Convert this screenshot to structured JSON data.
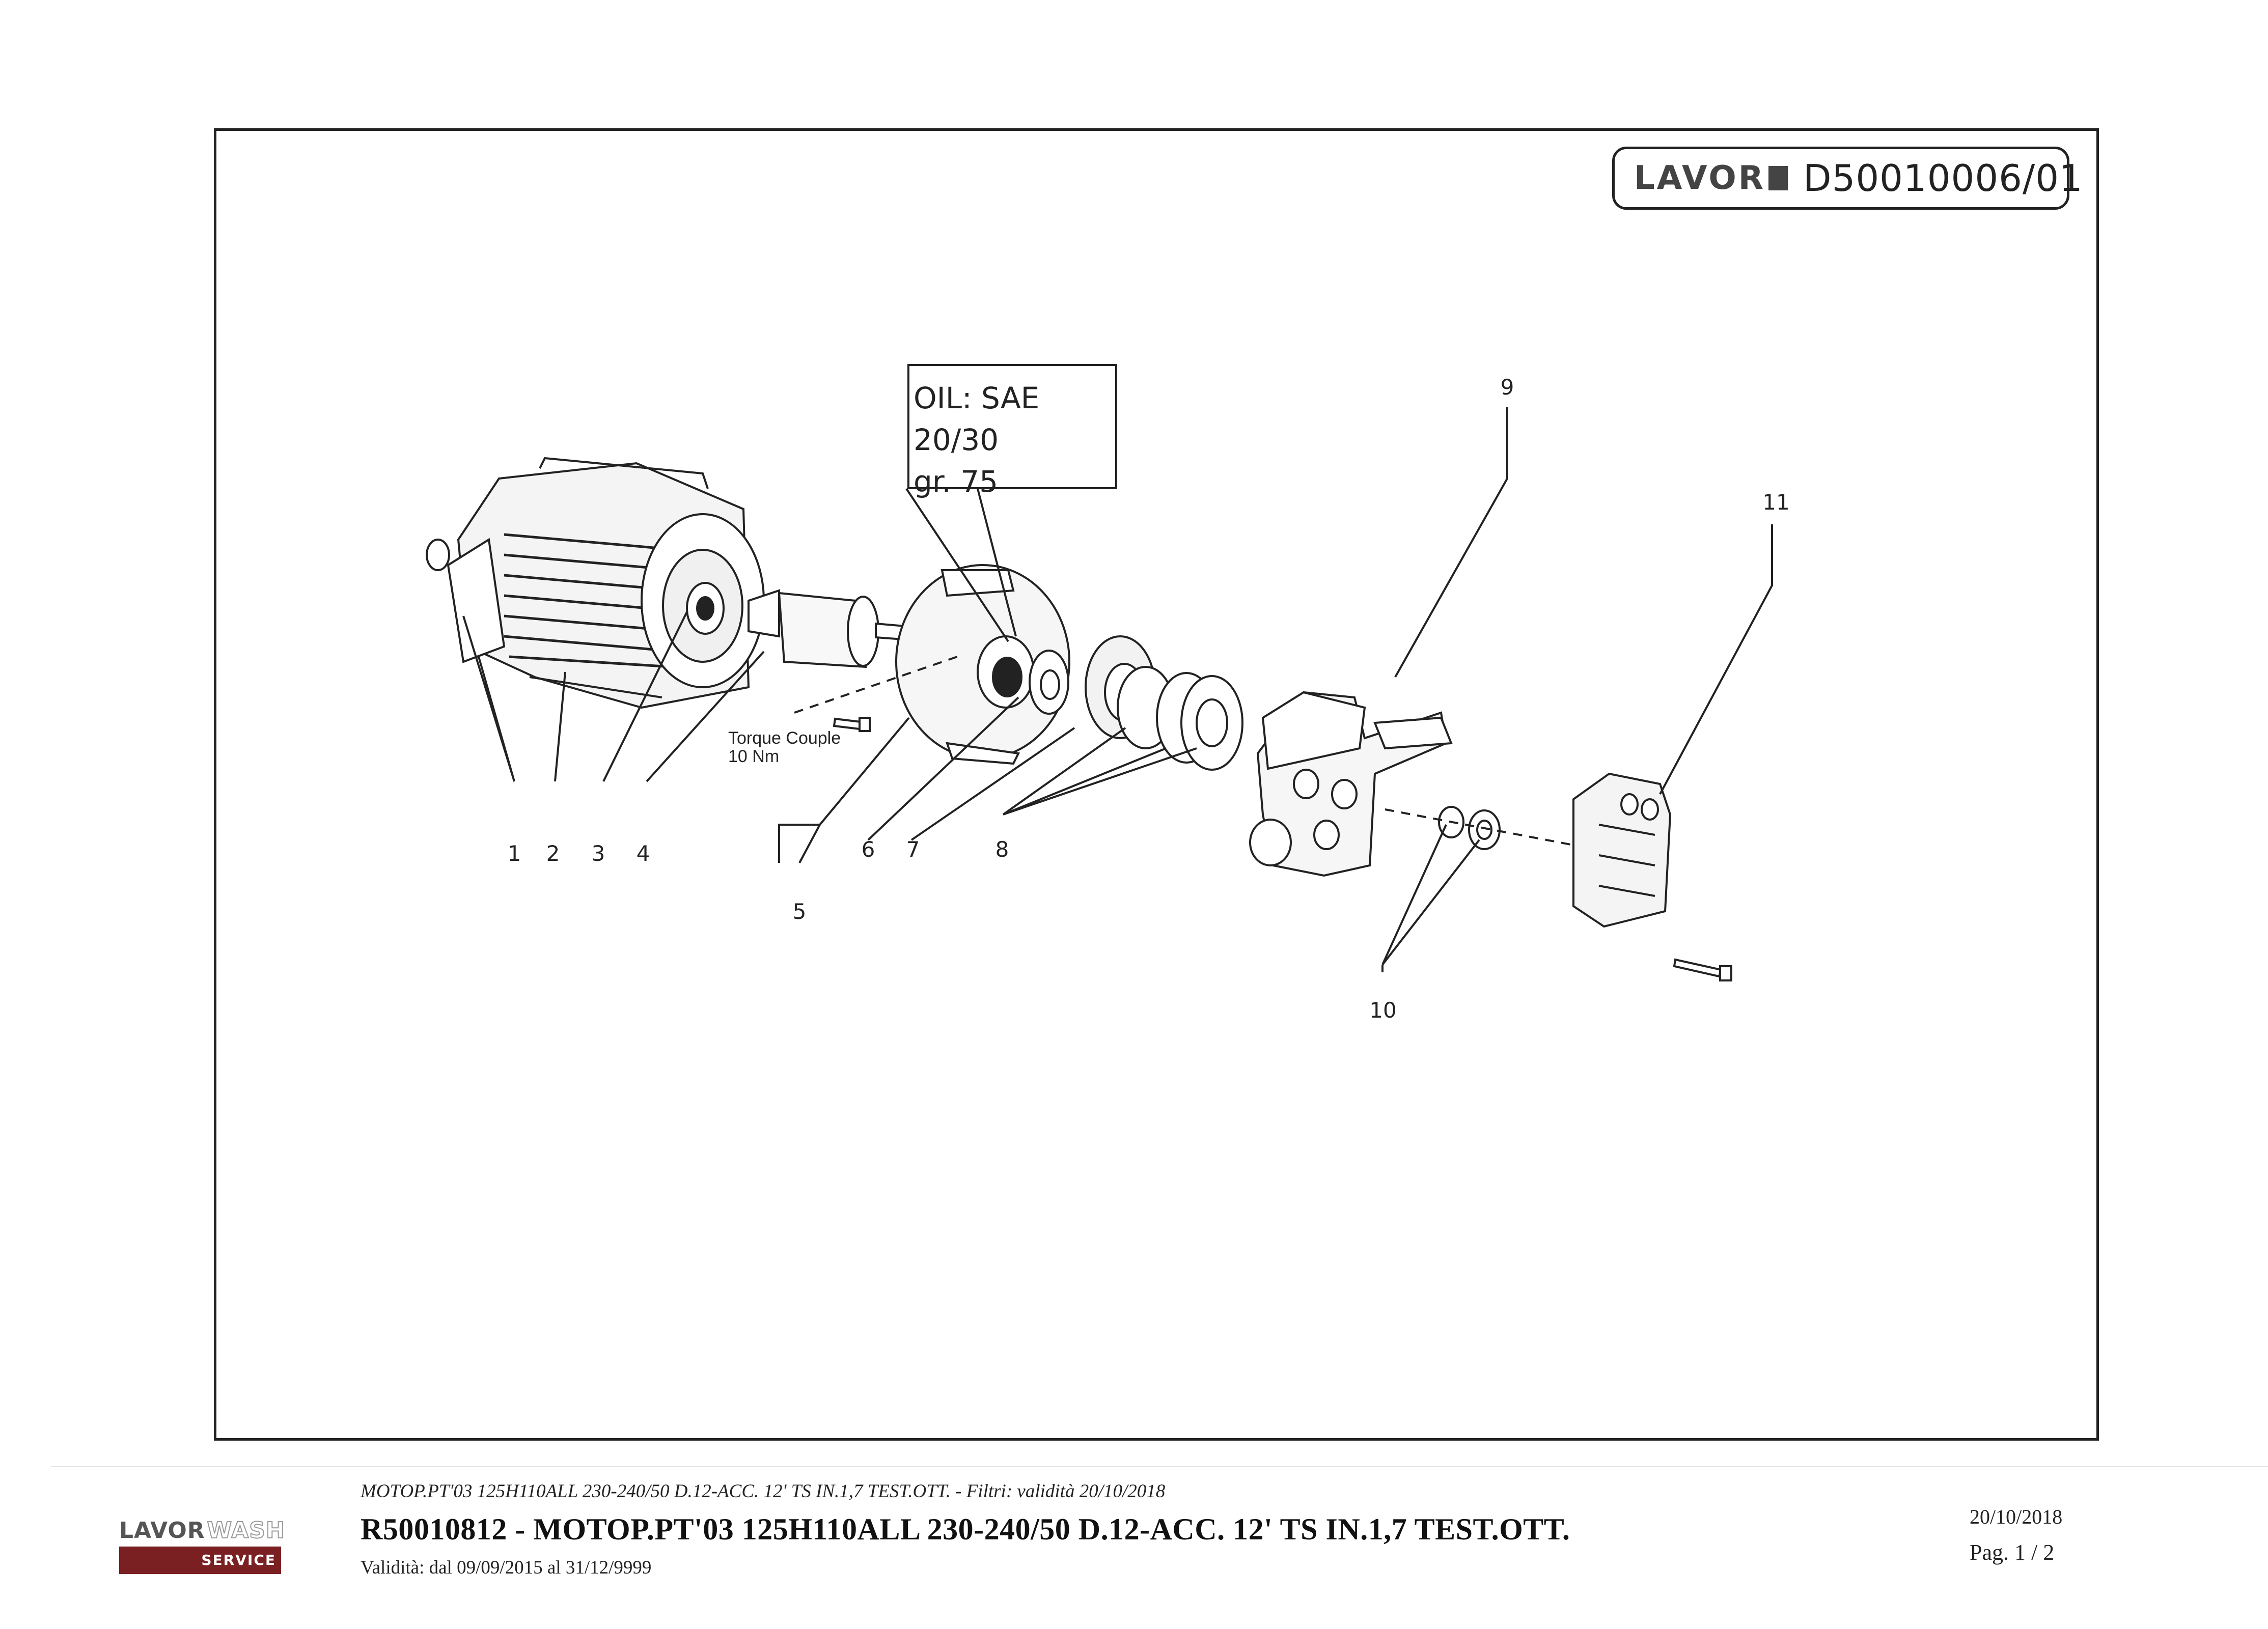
{
  "header": {
    "logo_text": "LAVOR",
    "doc_code": "D50010006/01"
  },
  "diagram": {
    "oil_note_line1": "OIL: SAE 20/30",
    "oil_note_line2": "gr.  75",
    "torque_line1": "Torque Couple",
    "torque_line2": "10 Nm",
    "callouts": [
      "1",
      "2",
      "3",
      "4",
      "5",
      "6",
      "7",
      "8",
      "9",
      "10",
      "11"
    ]
  },
  "footer": {
    "logo_top_a": "LAVOR",
    "logo_top_b": "WASH",
    "logo_bar": "SERVICE",
    "subtitle": "MOTOP.PT'03 125H110ALL 230-240/50 D.12-ACC. 12' TS IN.1,7 TEST.OTT. - Filtri: validità 20/10/2018",
    "title": "R50010812 - MOTOP.PT'03 125H110ALL 230-240/50 D.12-ACC. 12' TS IN.1,7 TEST.OTT.",
    "validity": "Validità: dal 09/09/2015 al 31/12/9999",
    "date": "20/10/2018",
    "page": "Pag. 1 / 2"
  }
}
